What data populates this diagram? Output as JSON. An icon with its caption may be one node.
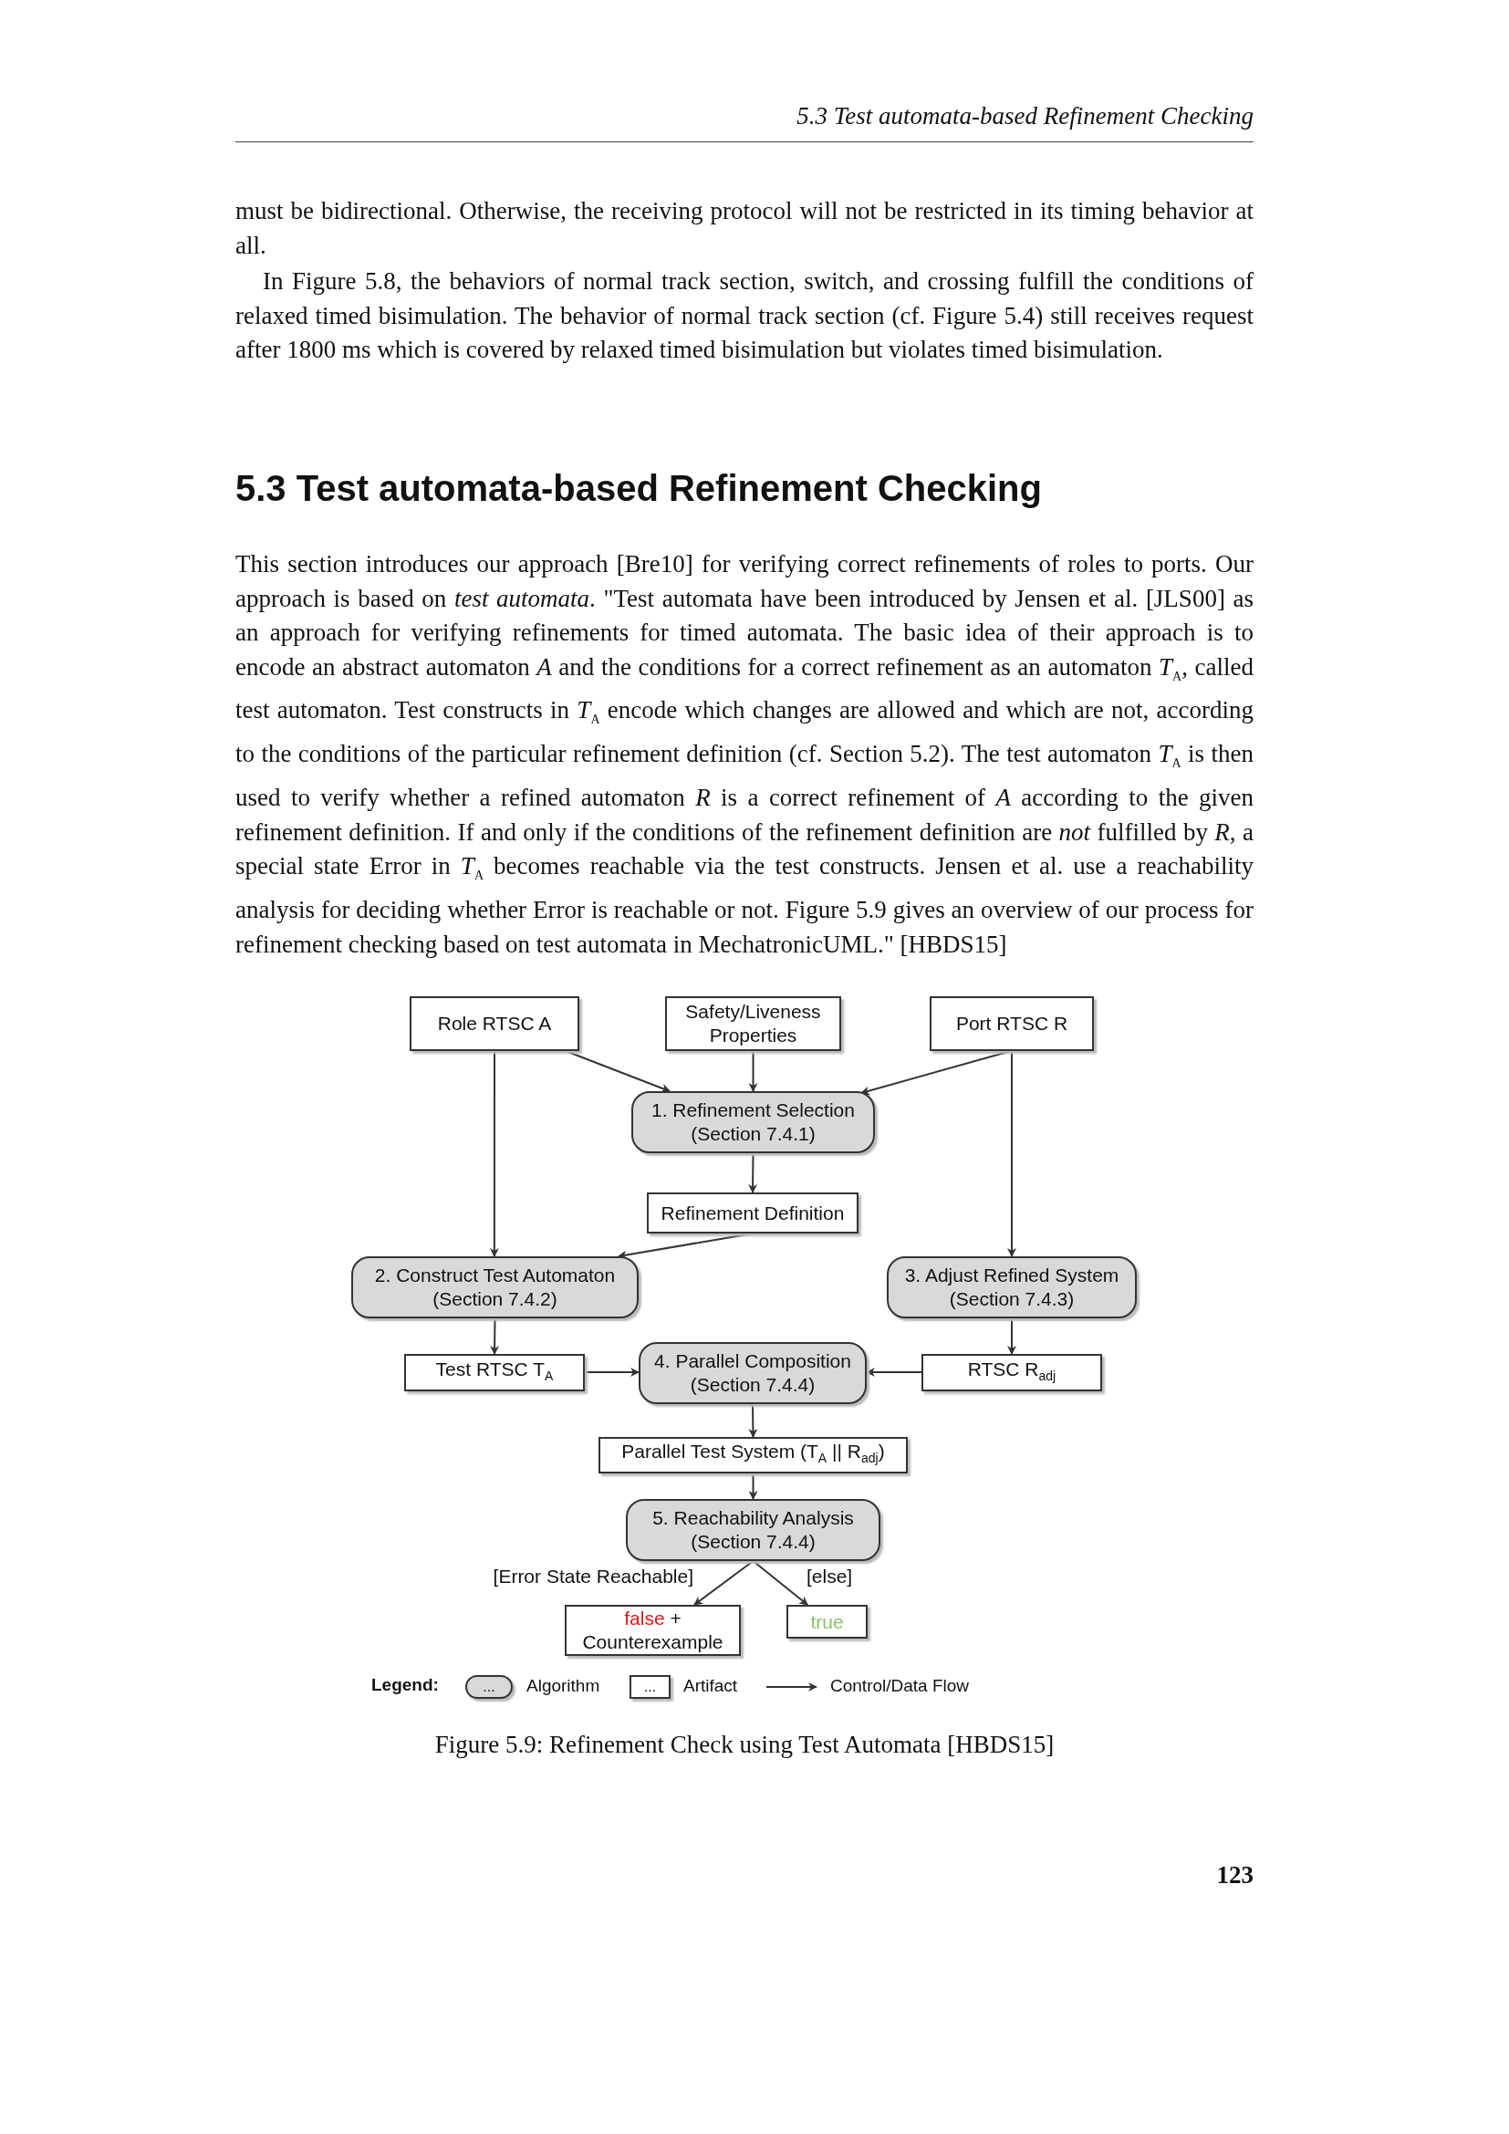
{
  "diagram": {
    "caption": "Figure 5.9: Refinement Check using Test Automata [HBDS15]",
    "nodes": [
      {
        "text": [
          "Role RTSC A"
        ]
      },
      {
        "text": [
          "Safety/Liveness Properties"
        ]
      },
      {
        "text": [
          "Port RTSC R"
        ]
      },
      {
        "text": [
          "1. Refinement Selection (Section 7.4.1)"
        ]
      },
      {
        "text": [
          "Refinement Definition"
        ]
      },
      {
        "text": [
          "2. Construct Test Automaton (Section 7.4.2)"
        ]
      },
      {
        "text": [
          "3. Adjust Refined System (Section 7.4.3)"
        ]
      },
      {
        "text": [
          "Test RTSC T$_{A}$"
        ]
      },
      {
        "text": [
          "4. Parallel Composition (Section 7.4.4)"
        ]
      },
      {
        "text": [
          "RTSC R$_{adj}$"
        ]
      },
      {
        "text": [
          "Parallel Test System (T$_{A}$ || R$_{adj}$)"
        ]
      },
      {
        "text": [
          "5. Reachability Analysis (Section 7.4.4)"
        ]
      },
      {
        "text": [
          "false",
          "+ Counterexample"
        ]
      },
      {
        "text": [
          "true"
        ]
      }
    ],
    "edges": [
      {
        "from": 0,
        "to": 3,
        "arrow": "to"
      },
      {
        "from": 1,
        "to": 3,
        "arrow": "to"
      },
      {
        "from": 2,
        "to": 3,
        "arrow": "to"
      },
      {
        "from": 0,
        "to": 5,
        "arrow": "to"
      },
      {
        "from": 2,
        "to": 6,
        "arrow": "to"
      },
      {
        "from": 3,
        "to": 4,
        "arrow": "to"
      },
      {
        "from": 4,
        "to": 5,
        "arrow": "to"
      },
      {
        "from": 5,
        "to": 7,
        "arrow": "to"
      },
      {
        "from": 6,
        "to": 9,
        "arrow": "to"
      },
      {
        "from": 7,
        "to": 8,
        "arrow": "to"
      },
      {
        "from": 9,
        "to": 8,
        "arrow": "to"
      },
      {
        "from": 8,
        "to": 10,
        "arrow": "to"
      },
      {
        "from": 10,
        "to": 11,
        "arrow": "to"
      },
      {
        "from": 11,
        "to": 12,
        "arrow": "to",
        "label": "[Error State Reachable]"
      },
      {
        "from": 11,
        "to": 13,
        "arrow": "to",
        "label": "[else]"
      }
    ],
    "labels": [
      "5.3 Test automata-based Refinement Checking",
      "must be bidirectional. Otherwise, the receiving protocol will not be restricted in its timing behavior at all.",
      "In Figure 5.8, the behaviors of normal track section, switch, and crossing fulfill the conditions of relaxed timed bisimulation. The behavior of normal track section (cf. Figure 5.4) still receives request after 1800 ms which is covered by relaxed timed bisimulation but violates timed bisimulation.",
      "5.3 Test automata-based Refinement Checking",
      "This section introduces our approach [Bre10] for verifying correct refinements of roles to ports. Our approach is based on *test automata*. \"Test automata have been introduced by Jensen et al. [JLS00] as an approach for verifying refinements for timed automata. The basic idea of their approach is to encode an abstract automaton *A* and the conditions for a correct refinement as an automaton *T*$_{A}$, called test automaton. Test constructs in *T*$_{A}$ encode which changes are allowed and which are not, according to the conditions of the particular refinement definition (cf. Section 5.2). The test automaton *T*$_{A}$ is then used to verify whether a refined automaton *R* is a correct refinement of *A* according to the given refinement definition. If and only if the conditions of the refinement definition are *not* fulfilled by *R*, a special state Error in *T*$_{A}$ becomes reachable via the test constructs. Jensen et al. use a reachability analysis for deciding whether Error is reachable or not. Figure 5.9 gives an overview of our process for refinement checking based on test automata in MechatronicUML.\" [HBDS15]",
      "Legend:",
      "...",
      "...",
      "123"
    ],
    "legend": [
      {
        "text": "Algorithm"
      },
      {
        "text": "Artifact"
      },
      {
        "text": "Control/Data Flow"
      }
    ]
  }
}
